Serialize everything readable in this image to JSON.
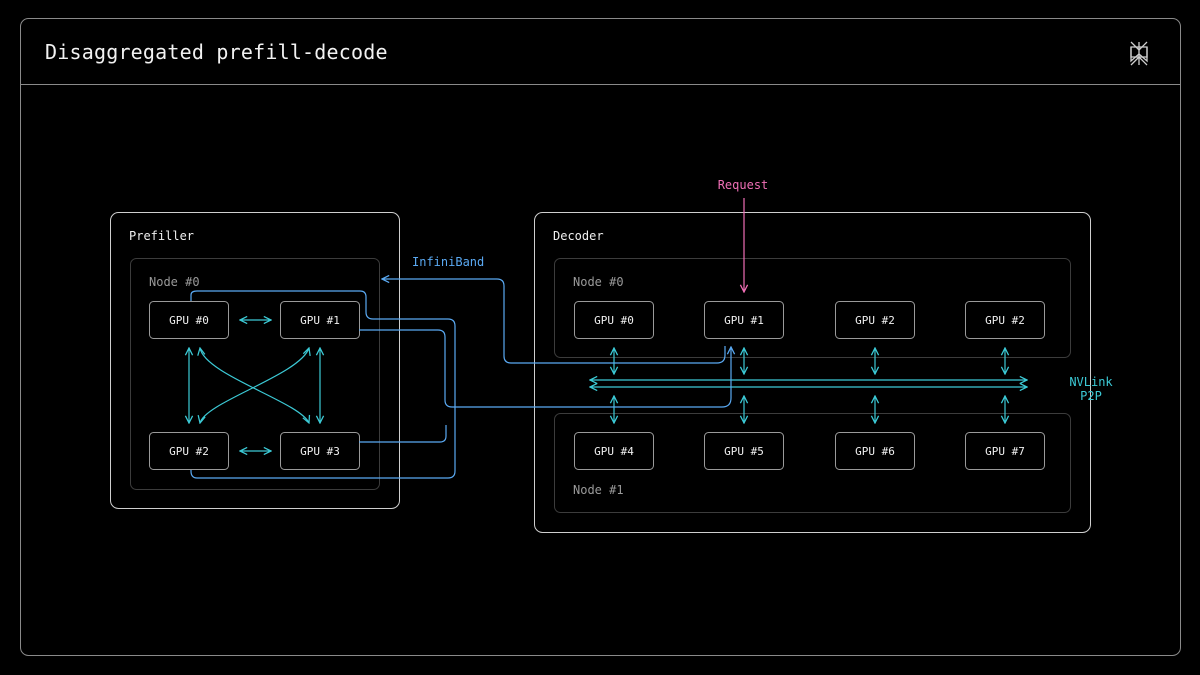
{
  "page": {
    "title": "Disaggregated prefill-decode"
  },
  "colors": {
    "background": "#000000",
    "frame": "#8a8a8a",
    "node_border": "#3c3c3c",
    "gpu_border": "#9a9a9a",
    "text": "#f0f0f0",
    "muted": "#9a9a9a",
    "nvlink": "#3ccad6",
    "infiniband": "#5aa9f2",
    "request": "#f06fb6"
  },
  "prefiller": {
    "label": "Prefiller",
    "node": {
      "label": "Node #0",
      "gpus": [
        "GPU #0",
        "GPU #1",
        "GPU #2",
        "GPU #3"
      ]
    }
  },
  "decoder": {
    "label": "Decoder",
    "nodes": [
      {
        "label": "Node #0",
        "gpus": [
          "GPU #0",
          "GPU #1",
          "GPU #2",
          "GPU #2"
        ]
      },
      {
        "label": "Node #1",
        "gpus": [
          "GPU #4",
          "GPU #5",
          "GPU #6",
          "GPU #7"
        ]
      }
    ]
  },
  "links": {
    "infiniband": "InfiniBand",
    "nvlink": [
      "NVLink",
      "P2P"
    ],
    "request": "Request"
  },
  "icons": {
    "logo": "perplexity-logo-icon"
  }
}
